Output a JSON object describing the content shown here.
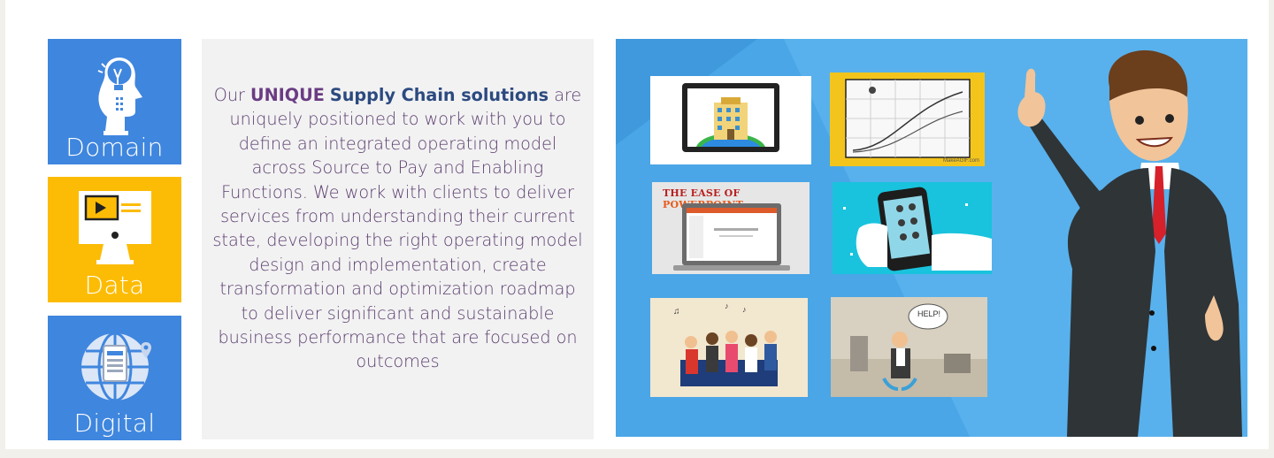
{
  "tiles": [
    {
      "label": "Domain",
      "icon": "head-lightbulb-icon",
      "color": "#3f86de"
    },
    {
      "label": "Data",
      "icon": "monitor-video-icon",
      "color": "#fcbc05"
    },
    {
      "label": "Digital",
      "icon": "globe-device-icon",
      "color": "#3f86de"
    }
  ],
  "description": {
    "prefix": "Our ",
    "highlight1": "UNIQUE",
    "space": " ",
    "highlight2": "Supply Chain solutions",
    "body": " are uniquely positioned to work with you to define an integrated operating model across Source to Pay and Enabling Functions. We work with clients to deliver services from understanding their current state, developing the right operating model design and implementation, create transformation and optimization roadmap to deliver significant and sustainable business performance that are focused on outcomes"
  },
  "video": {
    "background_color": "#4aa6e6",
    "thumbnails": [
      {
        "name": "laptop-building-illustration"
      },
      {
        "name": "growth-chart-illustration",
        "watermark": "MakeAGIF.com"
      },
      {
        "name": "ease-of-powerpoint-illustration",
        "title_part1": "THE EASE OF ",
        "title_part2": "POWERPOINT"
      },
      {
        "name": "smartphone-hand-illustration"
      },
      {
        "name": "team-celebration-illustration"
      },
      {
        "name": "help-character-illustration",
        "bubble": "HELP!"
      }
    ],
    "presenter": "businessman-pointing-illustration"
  }
}
